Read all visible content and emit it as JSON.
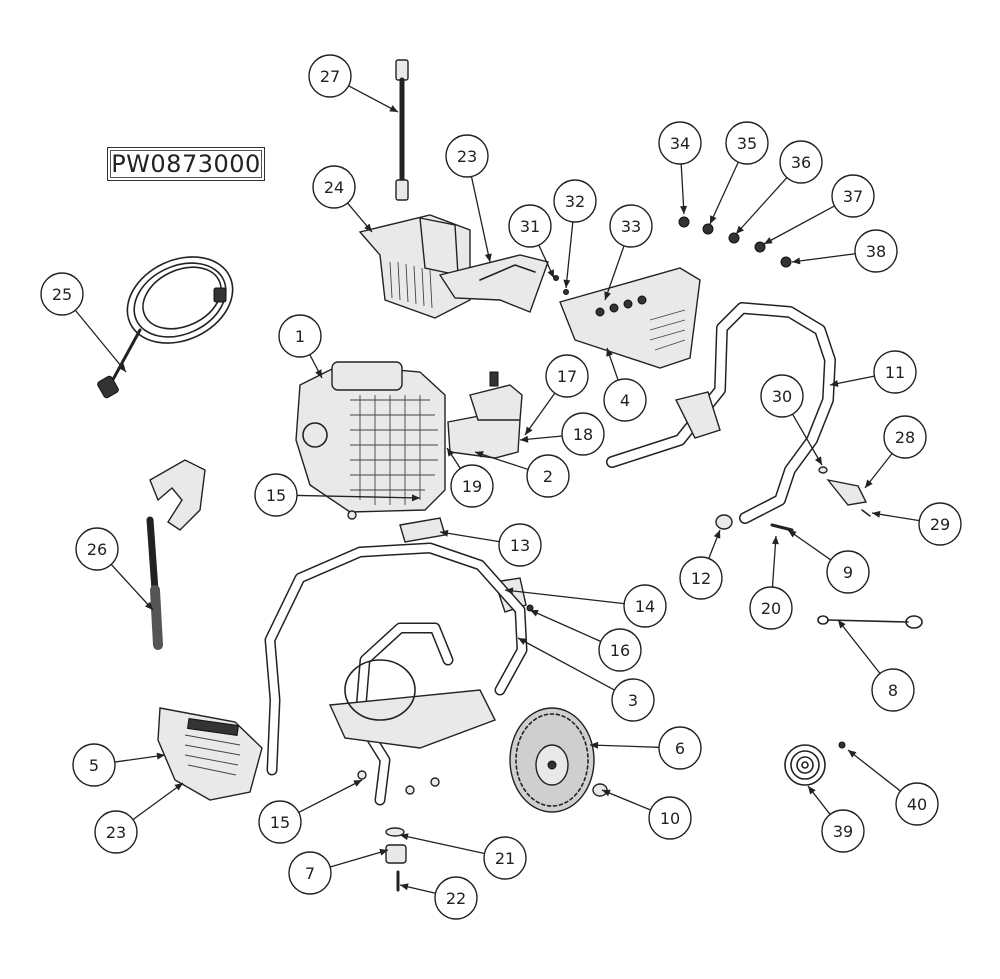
{
  "drawing": {
    "model_number": "PW0873000"
  },
  "callouts": [
    {
      "label": "1"
    },
    {
      "label": "2"
    },
    {
      "label": "3"
    },
    {
      "label": "4"
    },
    {
      "label": "5"
    },
    {
      "label": "6"
    },
    {
      "label": "7"
    },
    {
      "label": "8"
    },
    {
      "label": "9"
    },
    {
      "label": "10"
    },
    {
      "label": "11"
    },
    {
      "label": "12"
    },
    {
      "label": "13"
    },
    {
      "label": "14"
    },
    {
      "label": "15"
    },
    {
      "label": "15"
    },
    {
      "label": "16"
    },
    {
      "label": "17"
    },
    {
      "label": "18"
    },
    {
      "label": "19"
    },
    {
      "label": "20"
    },
    {
      "label": "21"
    },
    {
      "label": "22"
    },
    {
      "label": "23"
    },
    {
      "label": "23"
    },
    {
      "label": "24"
    },
    {
      "label": "25"
    },
    {
      "label": "26"
    },
    {
      "label": "27"
    },
    {
      "label": "28"
    },
    {
      "label": "29"
    },
    {
      "label": "30"
    },
    {
      "label": "31"
    },
    {
      "label": "32"
    },
    {
      "label": "33"
    },
    {
      "label": "34"
    },
    {
      "label": "35"
    },
    {
      "label": "36"
    },
    {
      "label": "37"
    },
    {
      "label": "38"
    },
    {
      "label": "39"
    },
    {
      "label": "40"
    }
  ]
}
